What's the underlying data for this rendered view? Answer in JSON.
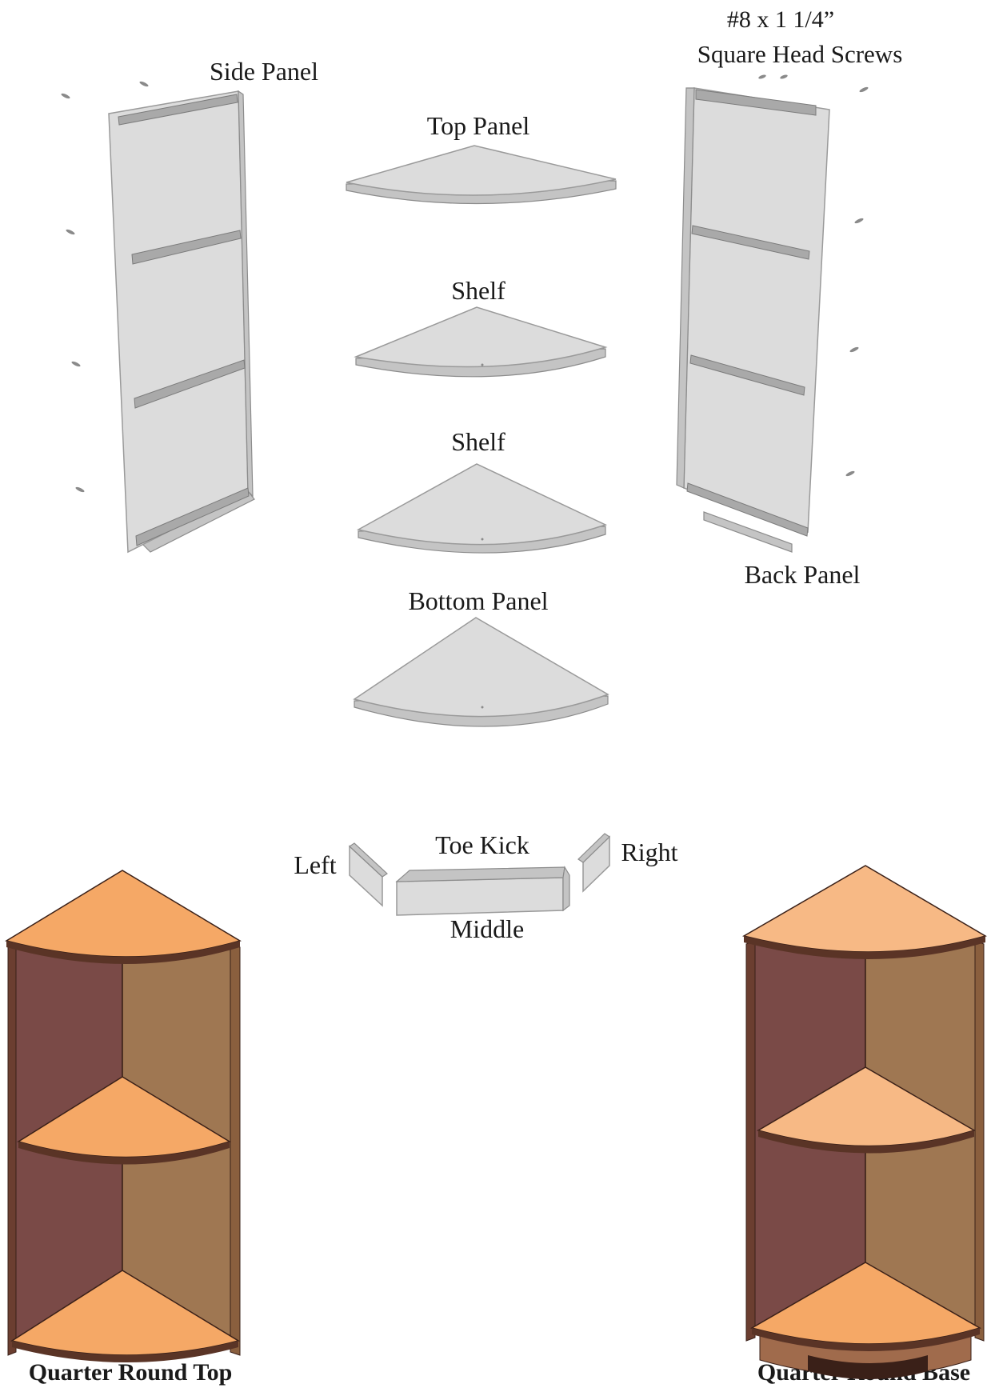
{
  "labels": {
    "screw_size": "#8 x 1 1/4”",
    "screw_type": "Square Head Screws",
    "side_panel": "Side Panel",
    "top_panel": "Top Panel",
    "shelf_1": "Shelf",
    "shelf_2": "Shelf",
    "bottom_panel": "Bottom Panel",
    "back_panel": "Back Panel",
    "toe_kick": "Toe Kick",
    "left": "Left",
    "right": "Right",
    "middle": "Middle",
    "cabinet_top": "Quarter Round Top",
    "cabinet_base": "Quarter Round Base"
  },
  "colors": {
    "panel": "#dcdcdc",
    "panel_edge": "#9a9a9a",
    "wood_top": "#f5a866",
    "wood_top_light": "#f7b985",
    "wood_left": "#7a4a47",
    "wood_right": "#9f7752",
    "wood_edge": "#5a3426"
  }
}
